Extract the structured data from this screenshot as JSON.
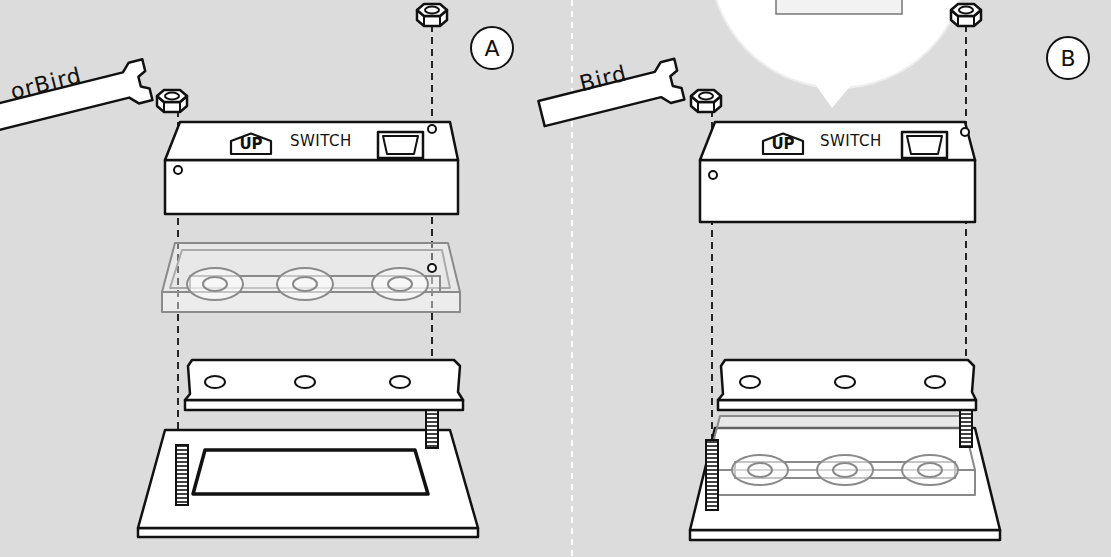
{
  "diagram": {
    "nodes": [
      {
        "text": [
          "A"
        ]
      },
      {
        "text": [
          "SWITCH"
        ]
      },
      {
        "text": [
          "UP"
        ],
        "in": 1
      },
      {
        "text": [
          "B"
        ]
      },
      {
        "text": [
          "SWITCH"
        ]
      },
      {
        "text": [
          "UP"
        ],
        "in": 4
      }
    ],
    "labels": [
      "orBird",
      "Bird"
    ]
  }
}
